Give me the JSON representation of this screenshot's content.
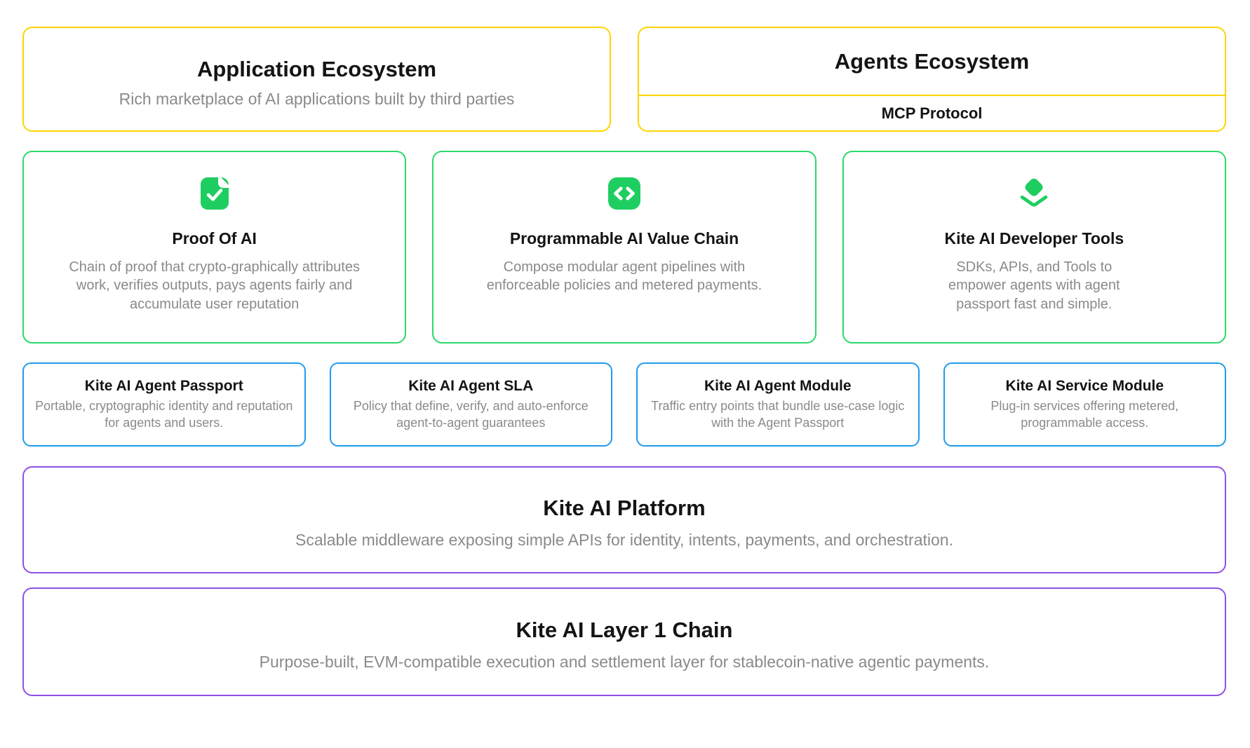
{
  "colors": {
    "yellow": "#FFD400",
    "green": "#2BD96A",
    "icon-green": "#1FCE60",
    "blue": "#219BEC",
    "purple": "#8E51E4",
    "muted": "#8A8A8A"
  },
  "ecosystems": {
    "application": {
      "title": "Application Ecosystem",
      "description": "Rich marketplace of AI applications built by third parties"
    },
    "agents": {
      "title": "Agents Ecosystem",
      "protocol": "MCP Protocol"
    }
  },
  "features": [
    {
      "icon": "file-check-icon",
      "title": "Proof Of AI",
      "description": "Chain of proof that crypto-graphically attributes work, verifies outputs, pays agents fairly and accumulate user reputation"
    },
    {
      "icon": "code-icon",
      "title": "Programmable AI Value Chain",
      "description": "Compose modular agent pipelines with enforceable policies and metered payments."
    },
    {
      "icon": "layers-icon",
      "title": "Kite AI Developer Tools",
      "description": "SDKs, APIs, and Tools to empower agents with agent passport fast and simple."
    }
  ],
  "modules": [
    {
      "title": "Kite AI Agent Passport",
      "description": "Portable, cryptographic identity and reputation for agents and users."
    },
    {
      "title": "Kite AI Agent SLA",
      "description": "Policy that define, verify, and auto-enforce agent-to-agent guarantees"
    },
    {
      "title": "Kite AI Agent Module",
      "description": "Traffic entry points that bundle use-case logic with the Agent Passport"
    },
    {
      "title": "Kite AI Service Module",
      "description": "Plug-in services offering metered, programmable access."
    }
  ],
  "platform": {
    "title": "Kite AI Platform",
    "description": "Scalable middleware exposing simple APIs for identity, intents, payments, and orchestration."
  },
  "chain": {
    "title": "Kite AI Layer 1 Chain",
    "description": "Purpose-built, EVM-compatible execution and settlement layer for stablecoin-native agentic payments."
  }
}
